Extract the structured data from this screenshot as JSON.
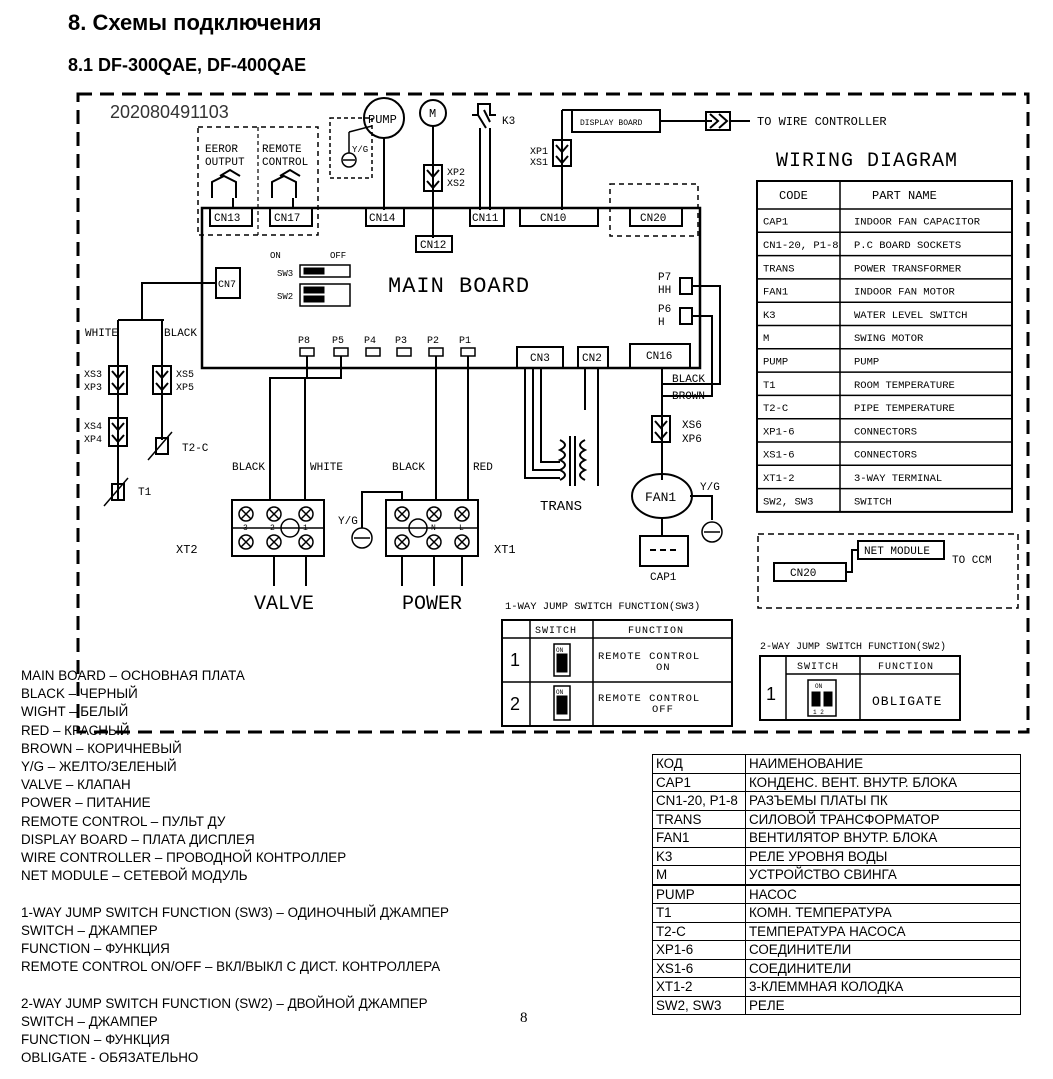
{
  "heading": "8. Схемы подключения",
  "subheading": "8.1 DF-300QAE,  DF-400QAE",
  "page_number": "8",
  "diagram": {
    "serial": "202080491103",
    "title": "WIRING DIAGRAM",
    "main_board": "MAIN BOARD",
    "labels": {
      "eeror_output_1": "EEROR",
      "eeror_output_2": "OUTPUT",
      "remote_control_1": "REMOTE",
      "remote_control_2": "CONTROL",
      "pump": "PUMP",
      "motor": "M",
      "k3": "K3",
      "display_board": "DISPLAY BOARD",
      "to_wire_controller": "TO WIRE CONTROLLER",
      "yg": "Y/G",
      "xp2": "XP2",
      "xs2": "XS2",
      "xp1": "XP1",
      "xs1": "XS1",
      "sw3": "SW3",
      "sw2": "SW2",
      "on": "ON",
      "off": "OFF",
      "p7": "P7",
      "hh": "HH",
      "p6": "P6",
      "h": "H",
      "white": "WHITE",
      "black": "BLACK",
      "red": "RED",
      "brown": "BROWN",
      "xs3": "XS3",
      "xp3": "XP3",
      "xs5": "XS5",
      "xp5": "XP5",
      "xs4": "XS4",
      "xp4": "XP4",
      "xs6": "XS6",
      "xp6": "XP6",
      "t2c": "T2-C",
      "t1": "T1",
      "trans": "TRANS",
      "fan1": "FAN1",
      "cap1": "CAP1",
      "xt2": "XT2",
      "xt1": "XT1",
      "valve": "VALVE",
      "power": "POWER",
      "net_module": "NET MODULE",
      "to_ccm": "TO CCM",
      "cn20": "CN20"
    },
    "connectors": {
      "cn13": "CN13",
      "cn17": "CN17",
      "cn14": "CN14",
      "cn12": "CN12",
      "cn11": "CN11",
      "cn10": "CN10",
      "cn20": "CN20",
      "cn7": "CN7",
      "cn3": "CN3",
      "cn2": "CN2",
      "cn16": "CN16",
      "p8": "P8",
      "p5": "P5",
      "p4": "P4",
      "p3": "P3",
      "p2": "P2",
      "p1": "P1"
    },
    "terminals": {
      "t3": "3",
      "t2": "2",
      "t1": "1",
      "tn": "N",
      "tl": "L"
    },
    "parts_header": [
      "CODE",
      "PART NAME"
    ],
    "parts": [
      [
        "CAP1",
        "INDOOR FAN CAPACITOR"
      ],
      [
        "CN1-20, P1-8",
        "P.C BOARD SOCKETS"
      ],
      [
        "TRANS",
        "POWER TRANSFORMER"
      ],
      [
        "FAN1",
        "INDOOR FAN MOTOR"
      ],
      [
        "K3",
        "WATER LEVEL SWITCH"
      ],
      [
        "M",
        "SWING MOTOR"
      ],
      [
        "PUMP",
        "PUMP"
      ],
      [
        "T1",
        "ROOM TEMPERATURE"
      ],
      [
        "T2-C",
        "PIPE TEMPERATURE"
      ],
      [
        "XP1-6",
        "CONNECTORS"
      ],
      [
        "XS1-6",
        "CONNECTORS"
      ],
      [
        "XT1-2",
        "3-WAY TERMINAL"
      ],
      [
        "SW2, SW3",
        "SWITCH"
      ]
    ],
    "sw3_table": {
      "title": "1-WAY JUMP SWITCH FUNCTION(SW3)",
      "header": [
        "SWITCH",
        "FUNCTION"
      ],
      "rows": [
        {
          "n": "1",
          "pos": "ON",
          "f1": "REMOTE CONTROL",
          "f2": "ON"
        },
        {
          "n": "2",
          "pos": "ON",
          "f1": "REMOTE CONTROL",
          "f2": "OFF"
        }
      ]
    },
    "sw2_table": {
      "title": "2-WAY JUMP SWITCH FUNCTION(SW2)",
      "header": [
        "SWITCH",
        "FUNCTION"
      ],
      "rows": [
        {
          "n": "1",
          "pos": "ON",
          "pins": "1 2",
          "f": "OBLIGATE"
        }
      ]
    }
  },
  "legend": [
    "MAIN BOARD – ОСНОВНАЯ ПЛАТА",
    "BLACK – ЧЕРНЫЙ",
    "WIGHT – БЕЛЫЙ",
    "RED – КРАСНЫЙ",
    "BROWN – КОРИЧНЕВЫЙ",
    "Y/G – ЖЕЛТО/ЗЕЛЕНЫЙ",
    "VALVE – КЛАПАН",
    "POWER – ПИТАНИЕ",
    "REMOTE CONTROL – ПУЛЬТ ДУ",
    "DISPLAY BOARD – ПЛАТА ДИСПЛЕЯ",
    "WIRE CONTROLLER – ПРОВОДНОЙ КОНТРОЛЛЕР",
    "NET MODULE – СЕТЕВОЙ МОДУЛЬ",
    "",
    "1-WAY JUMP SWITCH FUNCTION (SW3) – ОДИНОЧНЫЙ ДЖАМПЕР",
    "SWITCH – ДЖАМПЕР",
    "FUNCTION – ФУНКЦИЯ",
    "REMOTE CONTROL ON/OFF – ВКЛ/ВЫКЛ С ДИСТ. КОНТРОЛЛЕРА",
    "",
    "2-WAY JUMP SWITCH FUNCTION (SW2) – ДВОЙНОЙ ДЖАМПЕР",
    "SWITCH – ДЖАМПЕР",
    "FUNCTION – ФУНКЦИЯ",
    "OBLIGATE - ОБЯЗАТЕЛЬНО"
  ],
  "ru_table": [
    [
      "КОД",
      "НАИМЕНОВАНИЕ"
    ],
    [
      "CAP1",
      "КОНДЕНС. ВЕНТ. ВНУТР. БЛОКА"
    ],
    [
      "CN1-20, P1-8",
      "РАЗЪЕМЫ ПЛАТЫ ПК"
    ],
    [
      "TRANS",
      "СИЛОВОЙ ТРАНСФОРМАТОР"
    ],
    [
      "FAN1",
      "ВЕНТИЛЯТОР ВНУТР. БЛОКА"
    ],
    [
      "K3",
      "РЕЛЕ УРОВНЯ ВОДЫ"
    ],
    [
      "M",
      "УСТРОЙСТВО СВИНГА"
    ],
    [
      "PUMP",
      "НАСОС"
    ],
    [
      "T1",
      "КОМН. ТЕМПЕРАТУРА"
    ],
    [
      "T2-C",
      "ТЕМПЕРАТУРА НАСОСА"
    ],
    [
      "XP1-6",
      "СОЕДИНИТЕЛИ"
    ],
    [
      "XS1-6",
      "СОЕДИНИТЕЛИ"
    ],
    [
      "XT1-2",
      "3-КЛЕММНАЯ КОЛОДКА"
    ],
    [
      "SW2, SW3",
      "РЕЛЕ"
    ]
  ]
}
